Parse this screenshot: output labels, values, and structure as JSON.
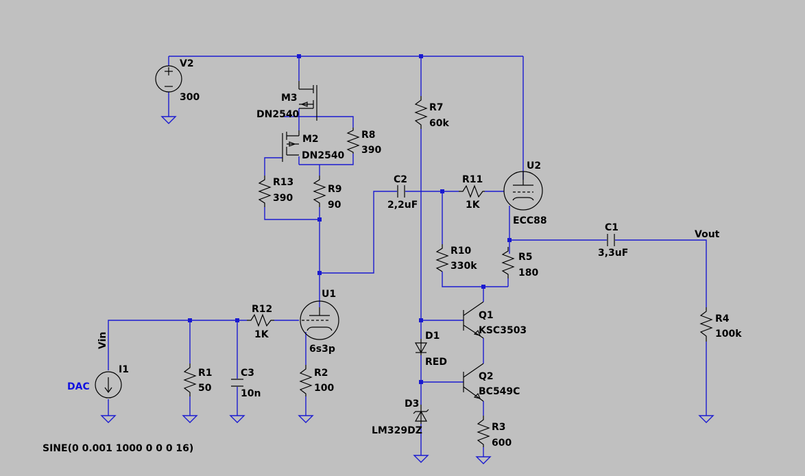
{
  "components": {
    "V2": {
      "ref": "V2",
      "value": "300"
    },
    "M3": {
      "ref": "M3",
      "value": "DN2540"
    },
    "M2": {
      "ref": "M2",
      "value": "DN2540"
    },
    "R7": {
      "ref": "R7",
      "value": "60k"
    },
    "R8": {
      "ref": "R8",
      "value": "390"
    },
    "R13": {
      "ref": "R13",
      "value": "390"
    },
    "R9": {
      "ref": "R9",
      "value": "90"
    },
    "C2": {
      "ref": "C2",
      "value": "2,2uF"
    },
    "R11": {
      "ref": "R11",
      "value": "1K"
    },
    "U2": {
      "ref": "U2",
      "value": "ECC88"
    },
    "C1": {
      "ref": "C1",
      "value": "3,3uF"
    },
    "R10": {
      "ref": "R10",
      "value": "330k"
    },
    "R5": {
      "ref": "R5",
      "value": "180"
    },
    "R4": {
      "ref": "R4",
      "value": "100k"
    },
    "U1": {
      "ref": "U1",
      "value": "6s3p"
    },
    "R12": {
      "ref": "R12",
      "value": "1K"
    },
    "Q1": {
      "ref": "Q1",
      "value": "KSC3503"
    },
    "D1": {
      "ref": "D1",
      "value": "RED"
    },
    "Q2": {
      "ref": "Q2",
      "value": "BC549C"
    },
    "D3": {
      "ref": "D3",
      "value": "LM329DZ"
    },
    "R3": {
      "ref": "R3",
      "value": "600"
    },
    "I1": {
      "ref": "I1",
      "value": "DAC"
    },
    "R1": {
      "ref": "R1",
      "value": "50"
    },
    "C3": {
      "ref": "C3",
      "value": "10n"
    },
    "R2": {
      "ref": "R2",
      "value": "100"
    }
  },
  "nets": {
    "vin": "Vin",
    "vout": "Vout"
  },
  "directive": "SINE(0 0.001 1000 0 0 0 16)",
  "colors": {
    "background": "#c0c0c0",
    "wire": "#1a1ad0",
    "component": "#000000",
    "source_value": "#1010e0"
  }
}
